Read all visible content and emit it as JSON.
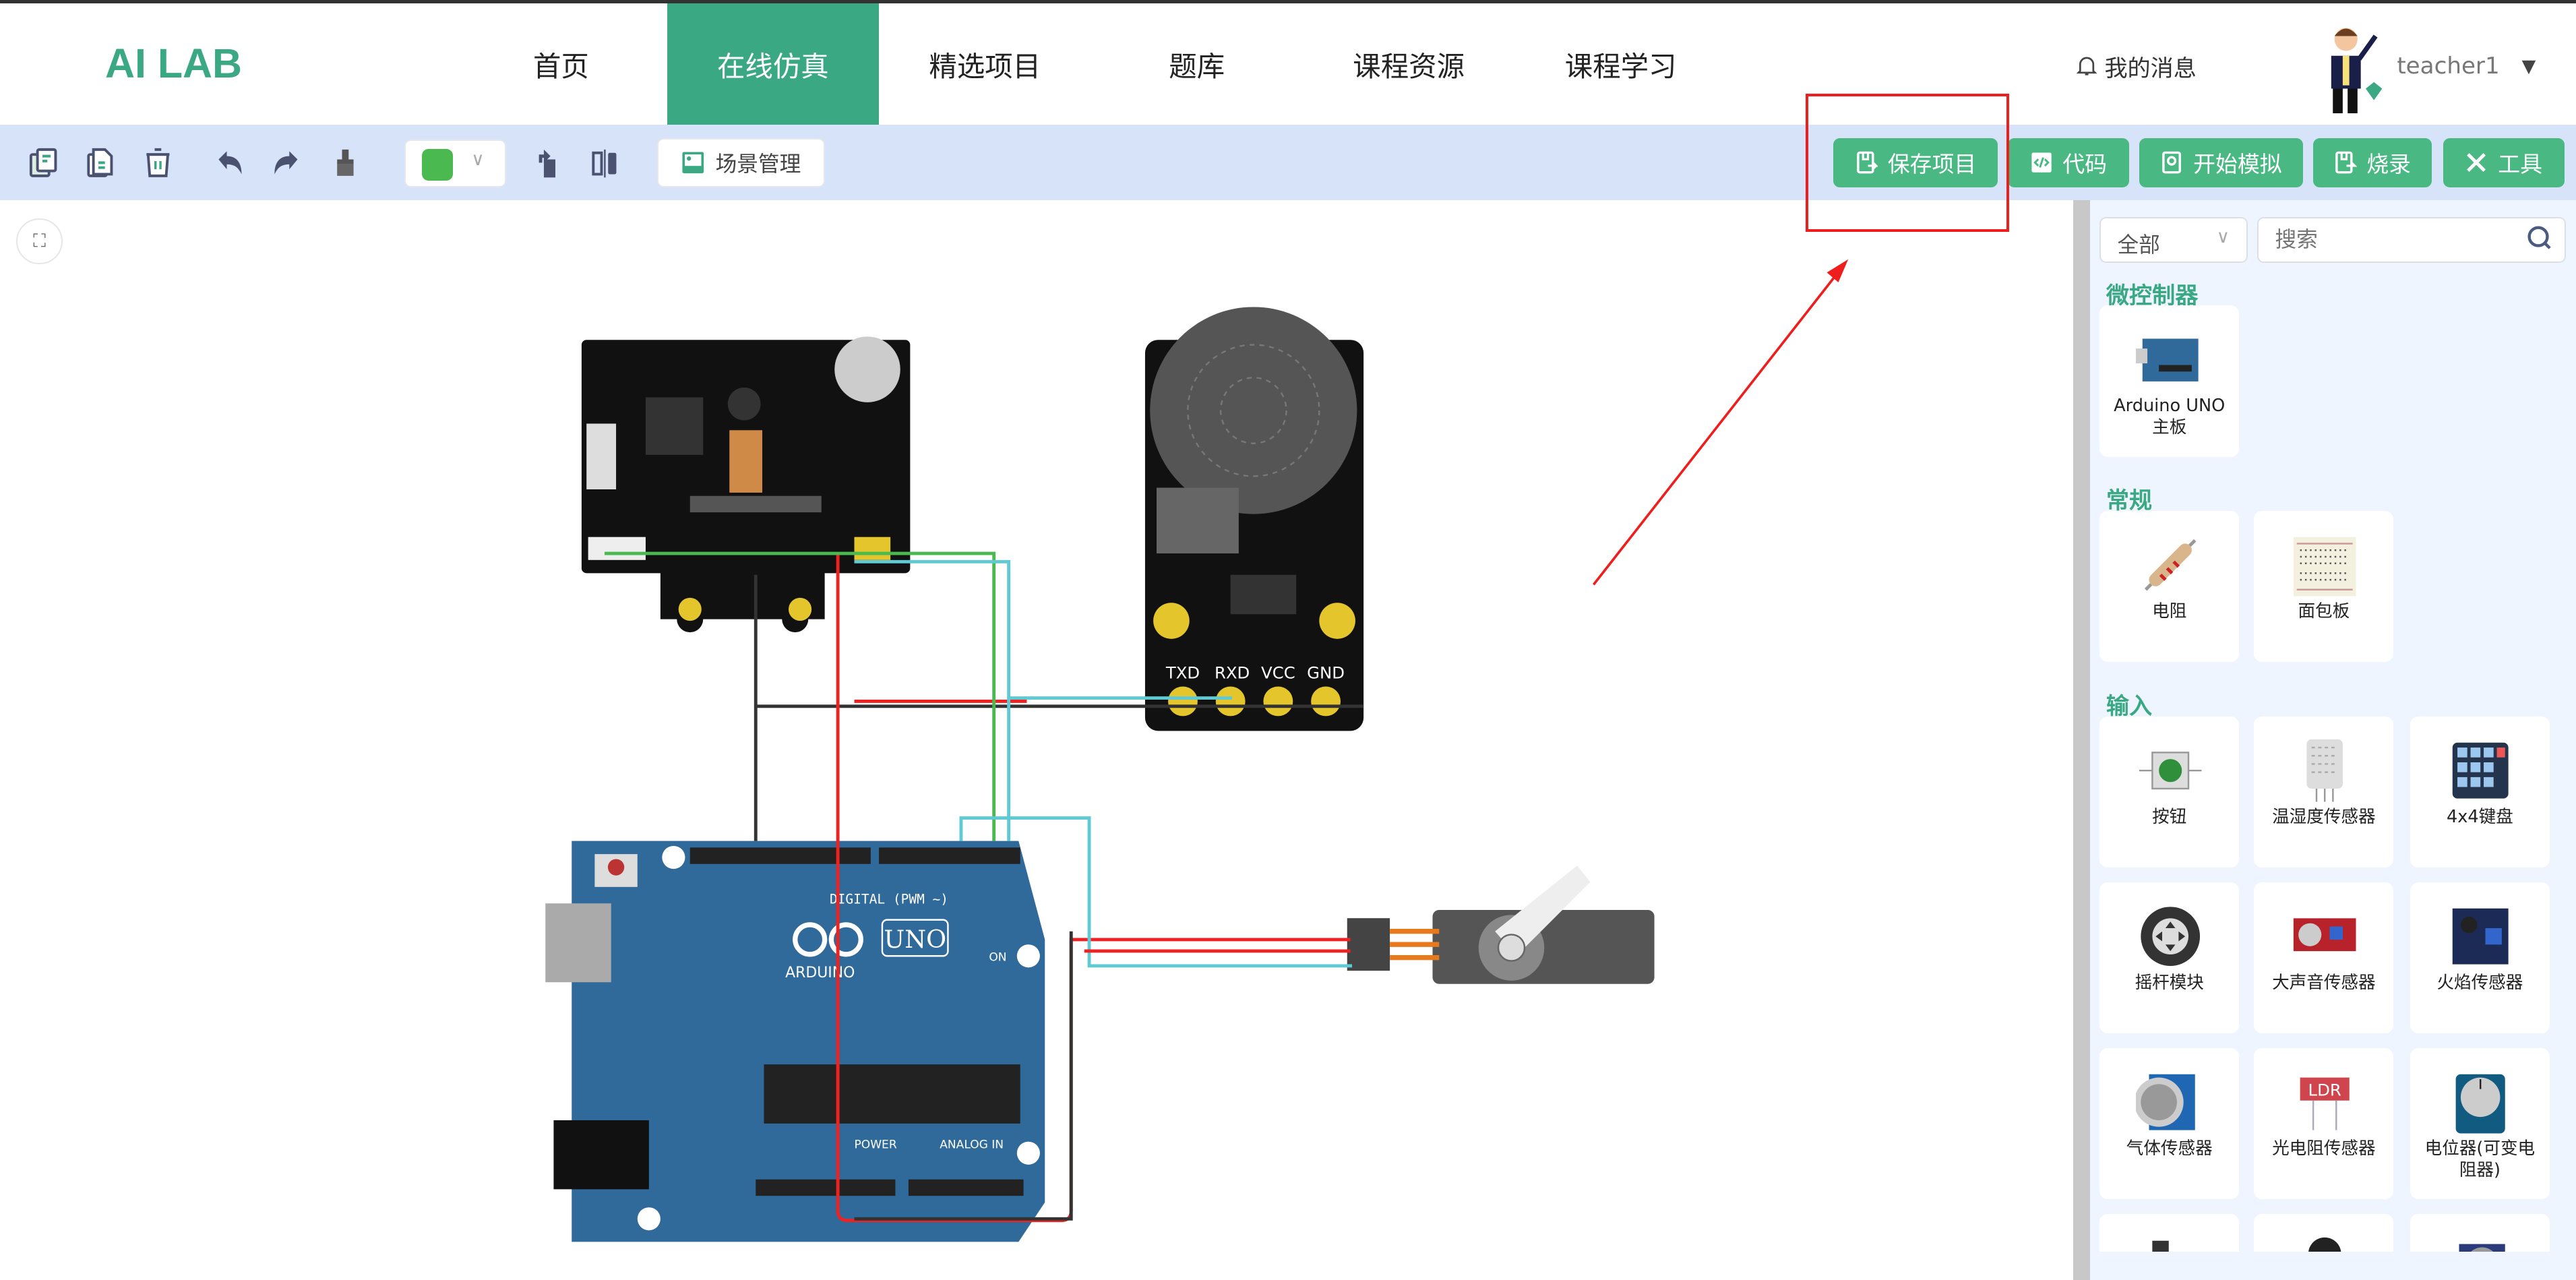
{
  "header": {
    "logo": "AI LAB",
    "nav": [
      {
        "label": "首页",
        "active": false
      },
      {
        "label": "在线仿真",
        "active": true
      },
      {
        "label": "精选项目",
        "active": false
      },
      {
        "label": "题库",
        "active": false
      },
      {
        "label": "课程资源",
        "active": false
      },
      {
        "label": "课程学习",
        "active": false
      }
    ],
    "messages": "我的消息",
    "username": "teacher1",
    "accent": "#3aa882"
  },
  "toolbar": {
    "icons": [
      "copy-icon",
      "paste-icon",
      "delete-icon",
      "undo-icon",
      "redo-icon",
      "clear-brush-icon"
    ],
    "wire_color": "#4ab94f",
    "icons2": [
      "rotate-icon",
      "flip-icon"
    ],
    "scene_label": "场景管理",
    "buttons": [
      {
        "label": "保存项目",
        "icon": "save-icon"
      },
      {
        "label": "代码",
        "icon": "code-icon"
      },
      {
        "label": "开始模拟",
        "icon": "simulate-icon"
      },
      {
        "label": "烧录",
        "icon": "upload-icon"
      },
      {
        "label": "工具",
        "icon": "tools-icon"
      }
    ]
  },
  "canvas": {
    "speaker_pins": [
      "TXD",
      "RXD",
      "VCC",
      "GND"
    ],
    "arduino": {
      "digital": "DIGITAL (PWM ~)",
      "brand": "ARDUINO",
      "model": "UNO",
      "analog": "ANALOG IN",
      "power": "POWER",
      "on": "ON"
    }
  },
  "sidebar": {
    "category": "全部",
    "search_placeholder": "搜索",
    "sections": [
      {
        "title": "微控制器",
        "items": [
          {
            "label": "Arduino UNO主板",
            "icon": "arduino"
          }
        ]
      },
      {
        "title": "常规",
        "items": [
          {
            "label": "电阻",
            "icon": "resistor"
          },
          {
            "label": "面包板",
            "icon": "breadboard"
          }
        ]
      },
      {
        "title": "输入",
        "items": [
          {
            "label": "按钮",
            "icon": "button"
          },
          {
            "label": "温湿度传感器",
            "icon": "dht"
          },
          {
            "label": "4x4键盘",
            "icon": "keypad"
          },
          {
            "label": "摇杆模块",
            "icon": "joystick"
          },
          {
            "label": "大声音传感器",
            "icon": "sound"
          },
          {
            "label": "火焰传感器",
            "icon": "flame"
          },
          {
            "label": "气体传感器",
            "icon": "gas"
          },
          {
            "label": "光电阻传感器",
            "icon": "ldr"
          },
          {
            "label": "电位器(可变电阻器)",
            "icon": "pot"
          },
          {
            "label": "",
            "icon": "tilt"
          },
          {
            "label": "",
            "icon": "ntc"
          },
          {
            "label": "",
            "icon": "mic"
          }
        ]
      }
    ]
  }
}
